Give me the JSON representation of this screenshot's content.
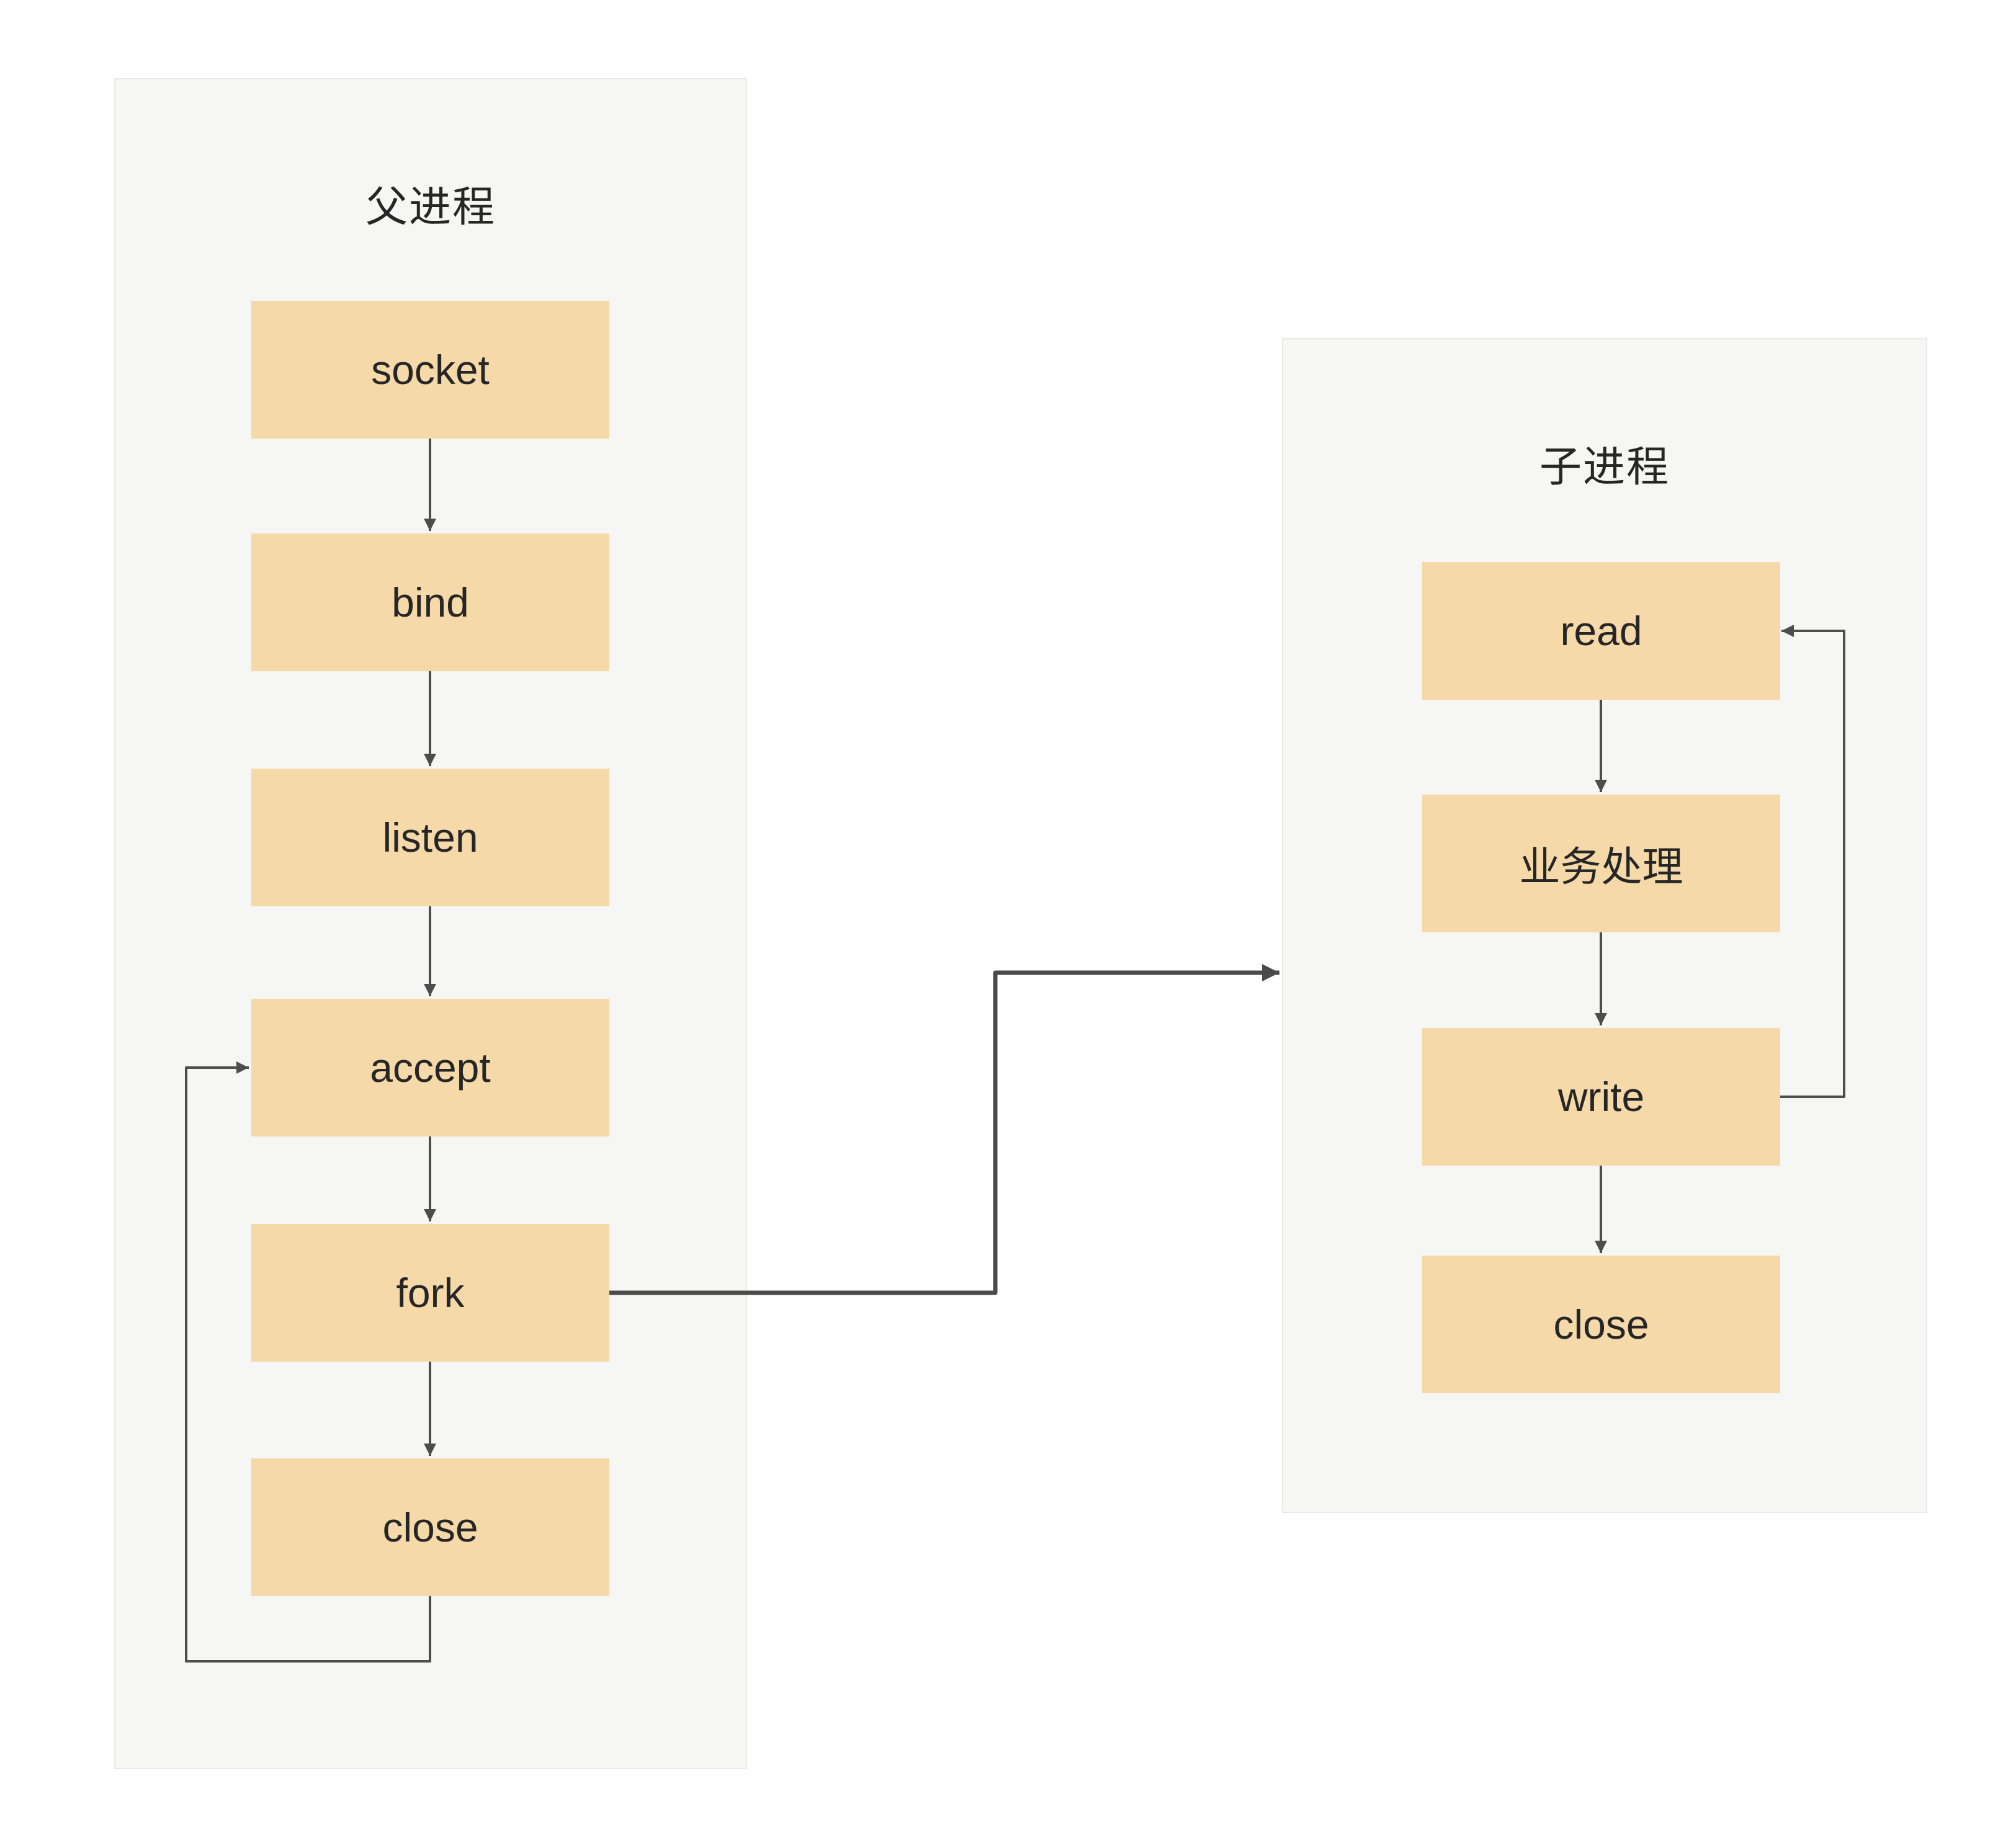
{
  "diagram": {
    "parent_panel": {
      "title": "父进程",
      "nodes": [
        "socket",
        "bind",
        "listen",
        "accept",
        "fork",
        "close"
      ]
    },
    "child_panel": {
      "title": "子进程",
      "nodes": [
        "read",
        "业务处理",
        "write",
        "close"
      ]
    },
    "colors": {
      "node_fill": "#f5d9a8",
      "panel_fill": "#f6f6f4",
      "panel_border": "#e9e9e6",
      "arrow": "#4d4d4d",
      "text": "#262626"
    }
  }
}
